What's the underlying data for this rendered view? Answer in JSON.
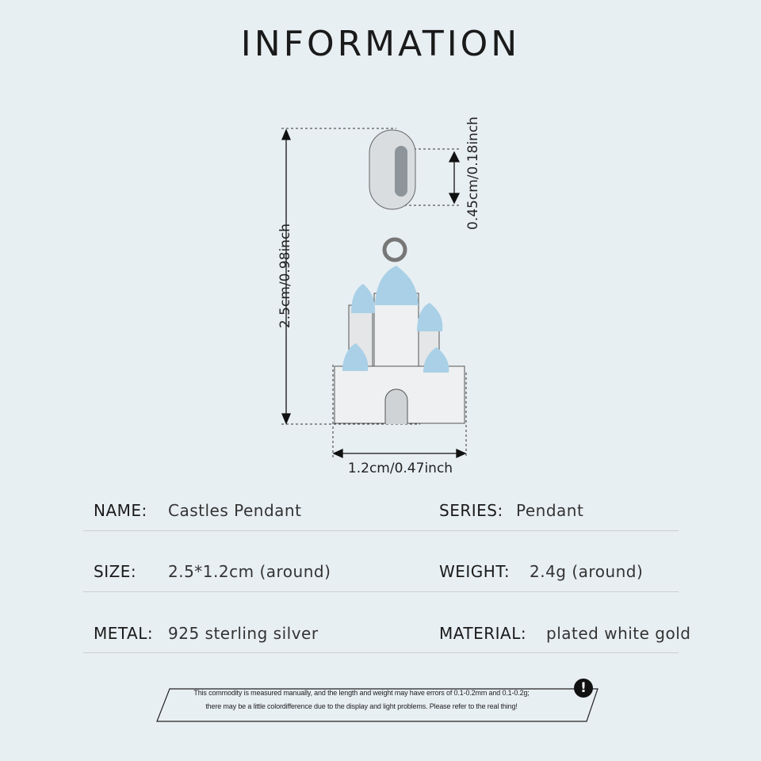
{
  "title": "INFORMATION",
  "dimensions": {
    "height": "2.5cm/0.98inch",
    "hole": "0.45cm/0.18inch",
    "width": "1.2cm/0.47inch"
  },
  "specs": [
    {
      "label": "NAME:",
      "value": "Castles Pendant"
    },
    {
      "label": "SERIES:",
      "value": "Pendant"
    },
    {
      "label": "SIZE:",
      "value": "2.5*1.2cm (around)"
    },
    {
      "label": "WEIGHT:",
      "value": "2.4g (around)"
    },
    {
      "label": "METAL:",
      "value": "925 sterling silver"
    },
    {
      "label": "MATERIAL:",
      "value": "plated white gold"
    }
  ],
  "note": {
    "line1": "This commodity is measured manually, and the length and weight may have errors of 0.1-0.2mm and 0.1-0.2g;",
    "line2": "there may be a little colordifference due to the display and light problems. Please refer to the real thing!",
    "icon": "!"
  }
}
